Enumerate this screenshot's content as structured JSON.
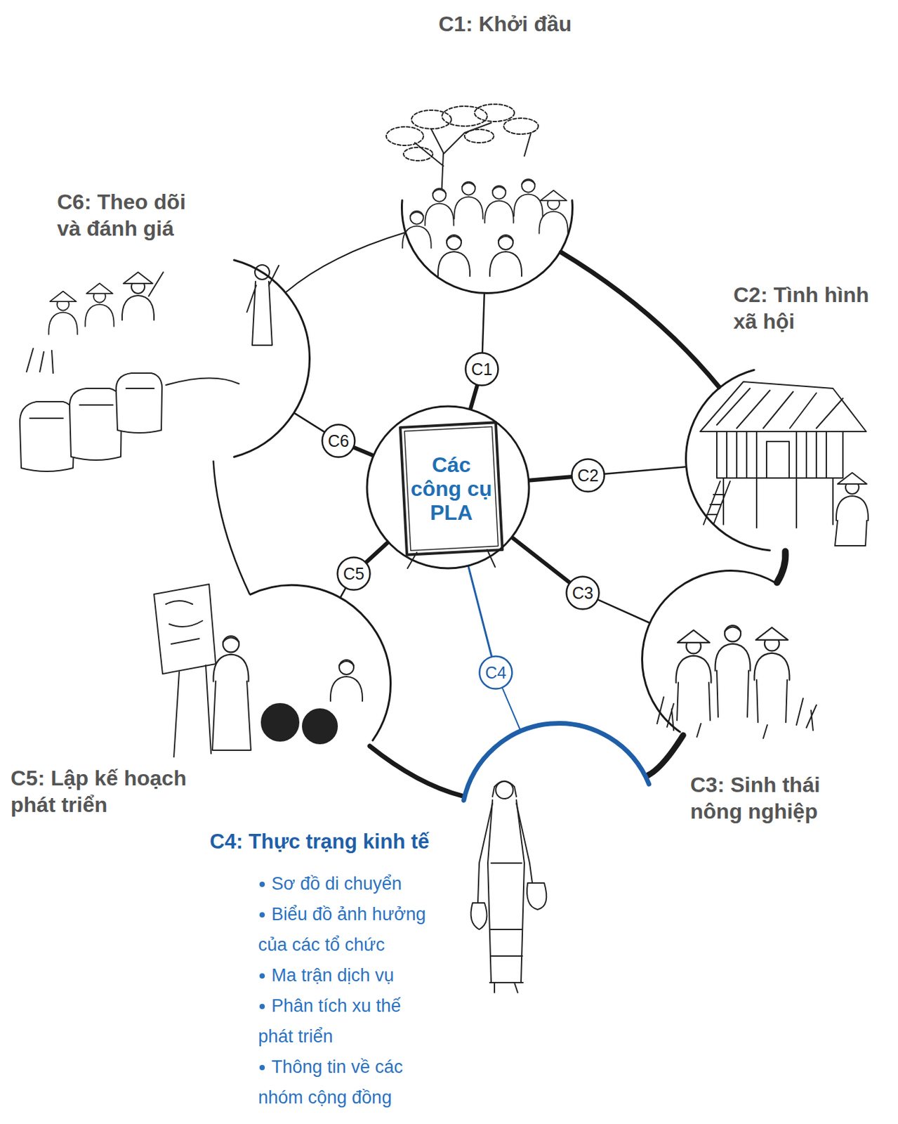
{
  "diagram": {
    "nodes": [
      {
        "text": [
          "Các công cụ PLA"
        ]
      },
      {
        "text": [
          "C1"
        ]
      },
      {
        "text": [
          "C2"
        ]
      },
      {
        "text": [
          "C3"
        ]
      },
      {
        "text": [
          "C4"
        ]
      },
      {
        "text": [
          "C5"
        ]
      },
      {
        "text": [
          "C6"
        ]
      },
      {
        "text": [
          "C1: Khởi đầu"
        ]
      },
      {
        "text": [
          "C2: Tình hình xã hội"
        ]
      },
      {
        "text": [
          "C3: Sinh thái nông nghiệp"
        ]
      },
      {
        "text": [
          "C4: Thực trạng kinh tế",
          "Sơ đồ di chuyển",
          "Biểu đồ ảnh hưởng của các tổ chức",
          "Ma trận dịch vụ",
          "Phân tích xu thế phát triển",
          "Thông tin về các nhóm cộng đồng"
        ]
      },
      {
        "text": [
          "C5: Lập kế hoạch phát triển"
        ]
      },
      {
        "text": [
          "C6: Theo dõi và đánh giá"
        ]
      }
    ],
    "edges": [
      {
        "from": 0,
        "to": 1,
        "arrow": "none"
      },
      {
        "from": 1,
        "to": 7,
        "arrow": "none"
      },
      {
        "from": 0,
        "to": 2,
        "arrow": "none"
      },
      {
        "from": 2,
        "to": 8,
        "arrow": "none"
      },
      {
        "from": 0,
        "to": 3,
        "arrow": "none"
      },
      {
        "from": 3,
        "to": 9,
        "arrow": "none"
      },
      {
        "from": 0,
        "to": 4,
        "arrow": "none"
      },
      {
        "from": 4,
        "to": 10,
        "arrow": "none"
      },
      {
        "from": 0,
        "to": 5,
        "arrow": "none"
      },
      {
        "from": 5,
        "to": 11,
        "arrow": "none"
      },
      {
        "from": 0,
        "to": 6,
        "arrow": "none"
      },
      {
        "from": 6,
        "to": 12,
        "arrow": "none"
      },
      {
        "from": 7,
        "to": 8,
        "arrow": "none"
      },
      {
        "from": 8,
        "to": 9,
        "arrow": "none"
      },
      {
        "from": 9,
        "to": 10,
        "arrow": "none"
      },
      {
        "from": 10,
        "to": 11,
        "arrow": "none"
      },
      {
        "from": 11,
        "to": 12,
        "arrow": "none"
      },
      {
        "from": 12,
        "to": 7,
        "arrow": "none"
      }
    ]
  }
}
